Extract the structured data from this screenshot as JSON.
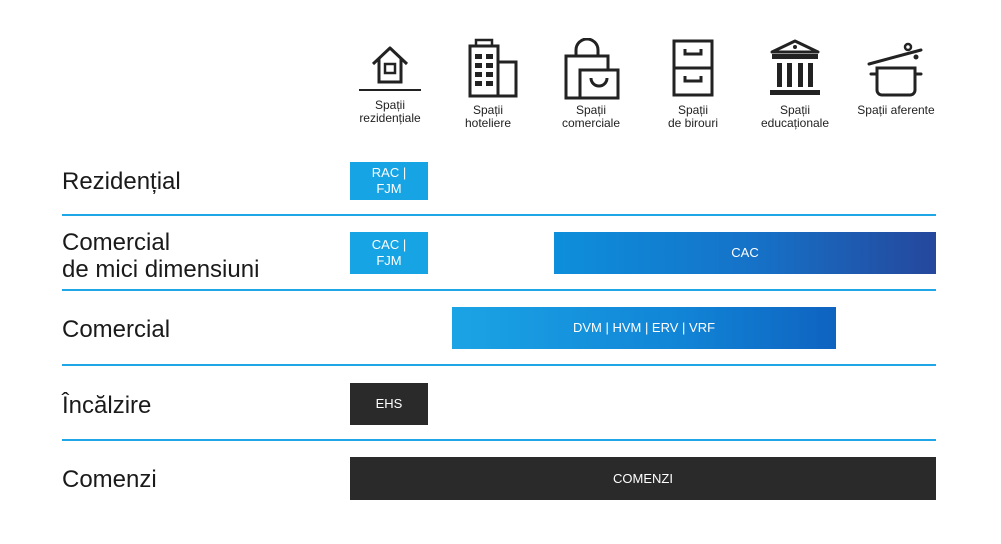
{
  "columns": [
    {
      "icon": "house-icon",
      "label": "Spații rezidențiale",
      "lines": [
        "Spații",
        "rezidențiale"
      ]
    },
    {
      "icon": "hotel-icon",
      "label": "Spații hoteliere",
      "lines": [
        "Spații",
        "hoteliere"
      ]
    },
    {
      "icon": "shopping-bag-icon",
      "label": "Spații comerciale",
      "lines": [
        "Spații",
        "comerciale"
      ]
    },
    {
      "icon": "filing-cabinet-icon",
      "label": "Spații de birouri",
      "lines": [
        "Spații",
        "de birouri"
      ]
    },
    {
      "icon": "school-building-icon",
      "label": "Spații educaționale",
      "lines": [
        "Spații",
        "educaționale"
      ]
    },
    {
      "icon": "cooking-pot-icon",
      "label": "Spații aferente",
      "lines": [
        "Spații aferente"
      ]
    }
  ],
  "rows": [
    {
      "label_lines": [
        "Rezidențial"
      ],
      "products": [
        {
          "lines": [
            "RAC |",
            "FJM"
          ]
        }
      ]
    },
    {
      "label_lines": [
        "Comercial",
        "de mici dimensiuni"
      ],
      "products": [
        {
          "lines": [
            "CAC |",
            "FJM"
          ]
        },
        {
          "lines": [
            "CAC"
          ]
        }
      ]
    },
    {
      "label_lines": [
        "Comercial"
      ],
      "products": [
        {
          "lines": [
            "DVM | HVM | ERV | VRF"
          ]
        }
      ]
    },
    {
      "label_lines": [
        "Încălzire"
      ],
      "products": [
        {
          "lines": [
            "EHS"
          ]
        }
      ]
    },
    {
      "label_lines": [
        "Comenzi"
      ],
      "products": [
        {
          "lines": [
            "COMENZI"
          ]
        }
      ]
    }
  ],
  "colors": {
    "separator": "#1ea6e6",
    "light_blue": "#17a4e5",
    "dark": "#2a2a2a",
    "gradient_end": "#25479c"
  }
}
